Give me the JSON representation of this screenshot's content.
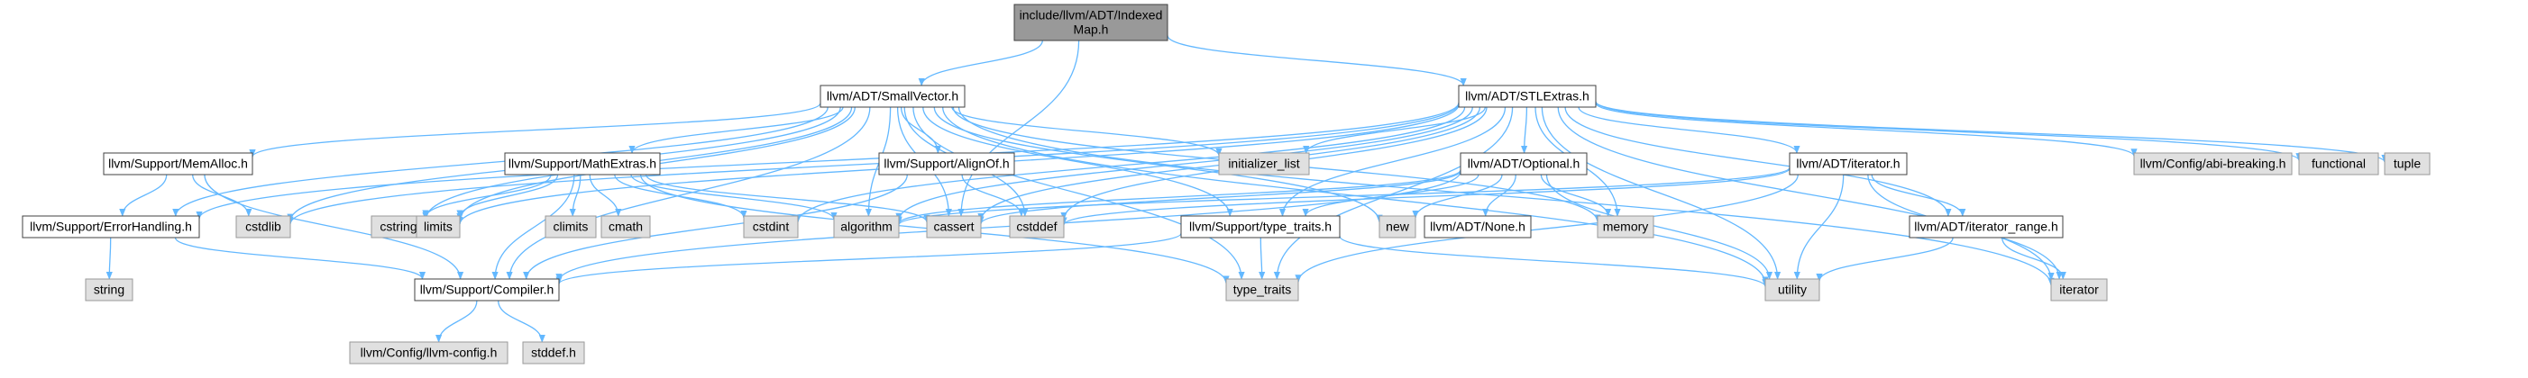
{
  "colors": {
    "root_fill": "#999999",
    "box_fill": "#ffffff",
    "box_stroke": "#404040",
    "ext_fill": "#e0e0e0",
    "ext_stroke": "#999999",
    "edge": "#63b8ff"
  },
  "nodes": [
    {
      "id": "root",
      "kind": "root",
      "lines": [
        "include/llvm/ADT/Indexed",
        "Map.h"
      ]
    },
    {
      "id": "smallvector",
      "kind": "box",
      "lines": [
        "llvm/ADT/SmallVector.h"
      ]
    },
    {
      "id": "stlextras",
      "kind": "box",
      "lines": [
        "llvm/ADT/STLExtras.h"
      ]
    },
    {
      "id": "memalloc",
      "kind": "box",
      "lines": [
        "llvm/Support/MemAlloc.h"
      ]
    },
    {
      "id": "mathextras",
      "kind": "box",
      "lines": [
        "llvm/Support/MathExtras.h"
      ]
    },
    {
      "id": "alignof",
      "kind": "box",
      "lines": [
        "llvm/Support/AlignOf.h"
      ]
    },
    {
      "id": "optional",
      "kind": "box",
      "lines": [
        "llvm/ADT/Optional.h"
      ]
    },
    {
      "id": "iterator_h",
      "kind": "box",
      "lines": [
        "llvm/ADT/iterator.h"
      ]
    },
    {
      "id": "errorhandling",
      "kind": "box",
      "lines": [
        "llvm/Support/ErrorHandling.h"
      ]
    },
    {
      "id": "typetraits",
      "kind": "box",
      "lines": [
        "llvm/Support/type_traits.h"
      ]
    },
    {
      "id": "none_h",
      "kind": "box",
      "lines": [
        "llvm/ADT/None.h"
      ]
    },
    {
      "id": "iterrange",
      "kind": "box",
      "lines": [
        "llvm/ADT/iterator_range.h"
      ]
    },
    {
      "id": "compiler",
      "kind": "box",
      "lines": [
        "llvm/Support/Compiler.h"
      ]
    },
    {
      "id": "initlist",
      "kind": "ext",
      "lines": [
        "initializer_list"
      ]
    },
    {
      "id": "abibreaking",
      "kind": "ext",
      "lines": [
        "llvm/Config/abi-breaking.h"
      ]
    },
    {
      "id": "functional",
      "kind": "ext",
      "lines": [
        "functional"
      ]
    },
    {
      "id": "tuple",
      "kind": "ext",
      "lines": [
        "tuple"
      ]
    },
    {
      "id": "cstdlib",
      "kind": "ext",
      "lines": [
        "cstdlib"
      ]
    },
    {
      "id": "cstring",
      "kind": "ext",
      "lines": [
        "cstring"
      ]
    },
    {
      "id": "limits",
      "kind": "ext",
      "lines": [
        "limits"
      ]
    },
    {
      "id": "climits",
      "kind": "ext",
      "lines": [
        "climits"
      ]
    },
    {
      "id": "cmath",
      "kind": "ext",
      "lines": [
        "cmath"
      ]
    },
    {
      "id": "cstdint",
      "kind": "ext",
      "lines": [
        "cstdint"
      ]
    },
    {
      "id": "algorithm",
      "kind": "ext",
      "lines": [
        "algorithm"
      ]
    },
    {
      "id": "cassert",
      "kind": "ext",
      "lines": [
        "cassert"
      ]
    },
    {
      "id": "cstddef",
      "kind": "ext",
      "lines": [
        "cstddef"
      ]
    },
    {
      "id": "new",
      "kind": "ext",
      "lines": [
        "new"
      ]
    },
    {
      "id": "memory",
      "kind": "ext",
      "lines": [
        "memory"
      ]
    },
    {
      "id": "string",
      "kind": "ext",
      "lines": [
        "string"
      ]
    },
    {
      "id": "typetraits_std",
      "kind": "ext",
      "lines": [
        "type_traits"
      ]
    },
    {
      "id": "utility",
      "kind": "ext",
      "lines": [
        "utility"
      ]
    },
    {
      "id": "iterator_std",
      "kind": "ext",
      "lines": [
        "iterator"
      ]
    },
    {
      "id": "llvmconfig",
      "kind": "ext",
      "lines": [
        "llvm/Config/llvm-config.h"
      ]
    },
    {
      "id": "stddef",
      "kind": "ext",
      "lines": [
        "stddef.h"
      ]
    }
  ],
  "edges": [
    [
      "root",
      "smallvector"
    ],
    [
      "root",
      "stlextras"
    ],
    [
      "root",
      "cassert"
    ],
    [
      "smallvector",
      "memalloc"
    ],
    [
      "smallvector",
      "mathextras"
    ],
    [
      "smallvector",
      "alignof"
    ],
    [
      "smallvector",
      "errorhandling"
    ],
    [
      "smallvector",
      "compiler"
    ],
    [
      "smallvector",
      "typetraits"
    ],
    [
      "smallvector",
      "initlist"
    ],
    [
      "smallvector",
      "cstdlib"
    ],
    [
      "smallvector",
      "cstring"
    ],
    [
      "smallvector",
      "limits"
    ],
    [
      "smallvector",
      "algorithm"
    ],
    [
      "smallvector",
      "cassert"
    ],
    [
      "smallvector",
      "cstddef"
    ],
    [
      "smallvector",
      "new"
    ],
    [
      "smallvector",
      "memory"
    ],
    [
      "smallvector",
      "typetraits_std"
    ],
    [
      "smallvector",
      "utility"
    ],
    [
      "smallvector",
      "iterator_std"
    ],
    [
      "stlextras",
      "abibreaking"
    ],
    [
      "stlextras",
      "functional"
    ],
    [
      "stlextras",
      "tuple"
    ],
    [
      "stlextras",
      "initlist"
    ],
    [
      "stlextras",
      "optional"
    ],
    [
      "stlextras",
      "iterator_h"
    ],
    [
      "stlextras",
      "iterrange"
    ],
    [
      "stlextras",
      "errorhandling"
    ],
    [
      "stlextras",
      "typetraits"
    ],
    [
      "stlextras",
      "cstdlib"
    ],
    [
      "stlextras",
      "limits"
    ],
    [
      "stlextras",
      "cstdint"
    ],
    [
      "stlextras",
      "algorithm"
    ],
    [
      "stlextras",
      "cassert"
    ],
    [
      "stlextras",
      "cstddef"
    ],
    [
      "stlextras",
      "memory"
    ],
    [
      "stlextras",
      "typetraits_std"
    ],
    [
      "stlextras",
      "utility"
    ],
    [
      "stlextras",
      "iterator_std"
    ],
    [
      "memalloc",
      "cstdlib"
    ],
    [
      "memalloc",
      "errorhandling"
    ],
    [
      "memalloc",
      "compiler"
    ],
    [
      "mathextras",
      "compiler"
    ],
    [
      "mathextras",
      "cstring"
    ],
    [
      "mathextras",
      "limits"
    ],
    [
      "mathextras",
      "climits"
    ],
    [
      "mathextras",
      "cmath"
    ],
    [
      "mathextras",
      "cstdint"
    ],
    [
      "mathextras",
      "algorithm"
    ],
    [
      "mathextras",
      "cassert"
    ],
    [
      "mathextras",
      "typetraits_std"
    ],
    [
      "alignof",
      "compiler"
    ],
    [
      "alignof",
      "cstddef"
    ],
    [
      "optional",
      "none_h"
    ],
    [
      "optional",
      "compiler"
    ],
    [
      "optional",
      "typetraits"
    ],
    [
      "optional",
      "cassert"
    ],
    [
      "optional",
      "memory"
    ],
    [
      "optional",
      "new"
    ],
    [
      "optional",
      "utility"
    ],
    [
      "optional",
      "algorithm"
    ],
    [
      "iterator_h",
      "iterrange"
    ],
    [
      "iterator_h",
      "cstddef"
    ],
    [
      "iterator_h",
      "iterator_std"
    ],
    [
      "iterator_h",
      "typetraits_std"
    ],
    [
      "iterator_h",
      "utility"
    ],
    [
      "iterator_h",
      "algorithm"
    ],
    [
      "iterrange",
      "iterator_std"
    ],
    [
      "iterrange",
      "utility"
    ],
    [
      "errorhandling",
      "compiler"
    ],
    [
      "errorhandling",
      "string"
    ],
    [
      "typetraits",
      "compiler"
    ],
    [
      "typetraits",
      "typetraits_std"
    ],
    [
      "typetraits",
      "utility"
    ],
    [
      "compiler",
      "llvmconfig"
    ],
    [
      "compiler",
      "stddef"
    ]
  ]
}
